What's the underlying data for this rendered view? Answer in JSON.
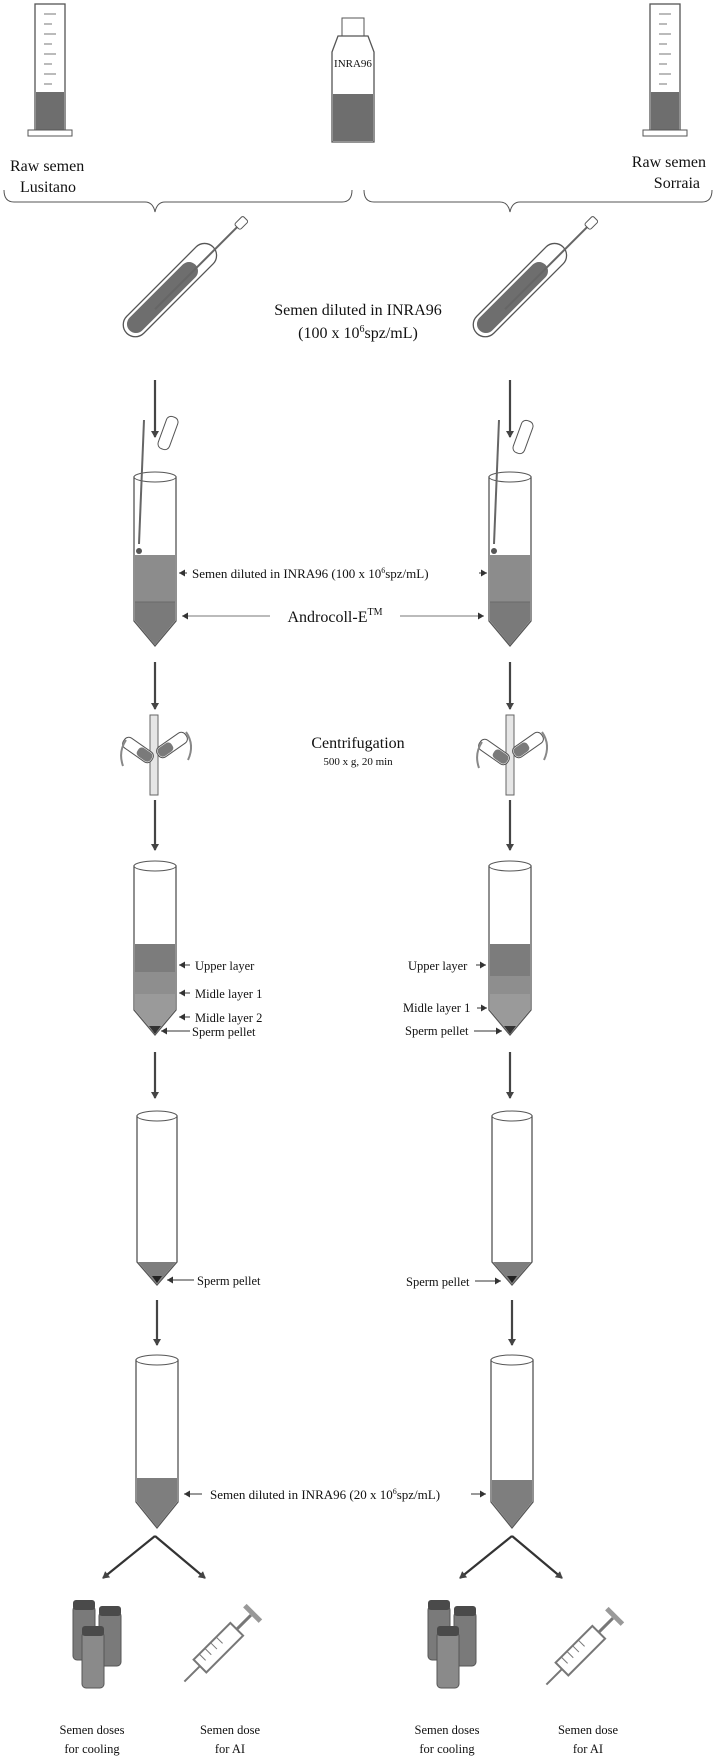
{
  "header": {
    "bottle_label": "INRA96",
    "left_source": [
      "Raw semen",
      "Lusitano"
    ],
    "right_source": [
      "Raw semen",
      "Sorraia"
    ]
  },
  "step1": {
    "label_line1": "Semen diluted in INRA96",
    "label_line2_prefix": "(100 x 10",
    "label_line2_sup": "6",
    "label_line2_suffix": "spz/mL)"
  },
  "step2": {
    "dilution_prefix": "Semen diluted in INRA96 (100 x 10",
    "dilution_sup": "6",
    "dilution_suffix": "spz/mL)",
    "medium_prefix": "Androcoll-E",
    "medium_sup": "TM"
  },
  "step3": {
    "title": "Centrifugation",
    "params": "500 x g, 20 min"
  },
  "step4": {
    "left_layers": [
      "Upper layer",
      "Midle layer 1",
      "Midle layer 2",
      "Sperm pellet"
    ],
    "right_layers": [
      "Upper layer",
      "Midle layer 1",
      "Sperm pellet"
    ]
  },
  "step5": {
    "left_pellet": "Sperm pellet",
    "right_pellet": "Sperm pellet"
  },
  "step6": {
    "dilution_prefix": "Semen diluted in INRA96 (20 x 10",
    "dilution_sup": "6",
    "dilution_suffix": "spz/mL)"
  },
  "outputs": {
    "cooling": [
      "Semen doses",
      "for cooling"
    ],
    "ai": [
      "Semen dose",
      "for AI"
    ]
  },
  "colors": {
    "liquid_dark": "#6a6a6a",
    "liquid_mid": "#7e7e7e",
    "liquid_light": "#9a9a9a",
    "outline": "#555555"
  }
}
